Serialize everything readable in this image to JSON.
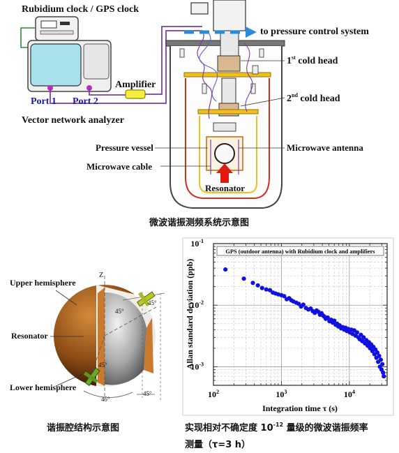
{
  "top": {
    "clock_label": "Rubidium clock / GPS clock",
    "port1": "Port 1",
    "port2": "Port 2",
    "vna_label": "Vector network analyzer",
    "amplifier": "Amplifier",
    "pressure_arrow": "to pressure control system",
    "cold_head_1_num": "1",
    "cold_head_1_sup": "st",
    "cold_head_1_text": " cold head",
    "cold_head_2_num": "2",
    "cold_head_2_sup": "nd",
    "cold_head_2_text": " cold head",
    "pressure_vessel": "Pressure vessel",
    "microwave_antenna": "Microwave antenna",
    "microwave_cable": "Microwave cable",
    "resonator": "Resonator",
    "caption": "微波谐振测频系统示意图"
  },
  "sphere": {
    "upper": "Upper hemisphere",
    "resonator": "Resonator",
    "lower": "Lower hemisphere",
    "z_axis": "Z",
    "angle_a": "45°",
    "angle_b": "45°",
    "angle_c": "45°",
    "angle_d": "45°",
    "angle_e": "45°",
    "caption": "谐振腔结构示意图"
  },
  "chart_caption_1a": "实现相对不确定度  10",
  "chart_caption_1sup": "-12",
  "chart_caption_1b": " 量级的微波谐振频率",
  "chart_caption_2": "测量（τ=3 h）",
  "chart_data": {
    "type": "scatter",
    "title": "GPS (outdoor antenna) with Rubidium clock and amplifiers",
    "xlabel": "Integration time  τ  (s)",
    "ylabel": "Allan standard deviation  (ppb)",
    "x_scale": "log",
    "y_scale": "log",
    "xlim": [
      100,
      36000
    ],
    "ylim": [
      0.0005,
      0.1
    ],
    "x_ticks": [
      "10^2",
      "10^3",
      "10^4"
    ],
    "y_ticks": [
      "10^-3",
      "10^-2",
      "10^-1"
    ],
    "grid": true,
    "marker_color": "#1010e0",
    "points": [
      [
        150,
        0.038
      ],
      [
        280,
        0.027
      ],
      [
        380,
        0.023
      ],
      [
        450,
        0.021
      ],
      [
        520,
        0.019
      ],
      [
        600,
        0.018
      ],
      [
        680,
        0.0175
      ],
      [
        750,
        0.016
      ],
      [
        820,
        0.0155
      ],
      [
        900,
        0.015
      ],
      [
        1000,
        0.0145
      ],
      [
        1100,
        0.014
      ],
      [
        1200,
        0.0125
      ],
      [
        1300,
        0.013
      ],
      [
        1400,
        0.012
      ],
      [
        1500,
        0.0115
      ],
      [
        1650,
        0.011
      ],
      [
        1800,
        0.0105
      ],
      [
        1950,
        0.0095
      ],
      [
        2100,
        0.0102
      ],
      [
        2300,
        0.009
      ],
      [
        2500,
        0.0085
      ],
      [
        2700,
        0.0088
      ],
      [
        2900,
        0.008
      ],
      [
        3100,
        0.0075
      ],
      [
        3300,
        0.0082
      ],
      [
        3500,
        0.0078
      ],
      [
        3700,
        0.007
      ],
      [
        3900,
        0.0074
      ],
      [
        4100,
        0.0068
      ],
      [
        4300,
        0.0065
      ],
      [
        4500,
        0.006
      ],
      [
        4800,
        0.0063
      ],
      [
        5100,
        0.0055
      ],
      [
        5400,
        0.0058
      ],
      [
        5700,
        0.0052
      ],
      [
        6000,
        0.0056
      ],
      [
        6300,
        0.0048
      ],
      [
        6600,
        0.005
      ],
      [
        6900,
        0.0045
      ],
      [
        7200,
        0.0047
      ],
      [
        7600,
        0.0042
      ],
      [
        8000,
        0.0044
      ],
      [
        8400,
        0.004
      ],
      [
        8800,
        0.0043
      ],
      [
        9200,
        0.0038
      ],
      [
        9700,
        0.0041
      ],
      [
        10200,
        0.0036
      ],
      [
        10700,
        0.004
      ],
      [
        11200,
        0.0034
      ],
      [
        11800,
        0.0039
      ],
      [
        12400,
        0.0032
      ],
      [
        13000,
        0.0036
      ],
      [
        13600,
        0.003
      ],
      [
        14200,
        0.0028
      ],
      [
        14800,
        0.0033
      ],
      [
        15500,
        0.0026
      ],
      [
        16200,
        0.003
      ],
      [
        17000,
        0.0024
      ],
      [
        17800,
        0.0027
      ],
      [
        18600,
        0.0022
      ],
      [
        19400,
        0.0025
      ],
      [
        20200,
        0.002
      ],
      [
        21000,
        0.0023
      ],
      [
        21800,
        0.0018
      ],
      [
        22600,
        0.0021
      ],
      [
        23400,
        0.0016
      ],
      [
        24200,
        0.0019
      ],
      [
        25000,
        0.0014
      ],
      [
        25800,
        0.0017
      ],
      [
        26600,
        0.0012
      ],
      [
        27400,
        0.0015
      ],
      [
        28200,
        0.001
      ],
      [
        29000,
        0.0013
      ],
      [
        29800,
        0.0009
      ],
      [
        30600,
        0.0011
      ],
      [
        31400,
        0.0008
      ],
      [
        32200,
        0.0007
      ]
    ]
  }
}
